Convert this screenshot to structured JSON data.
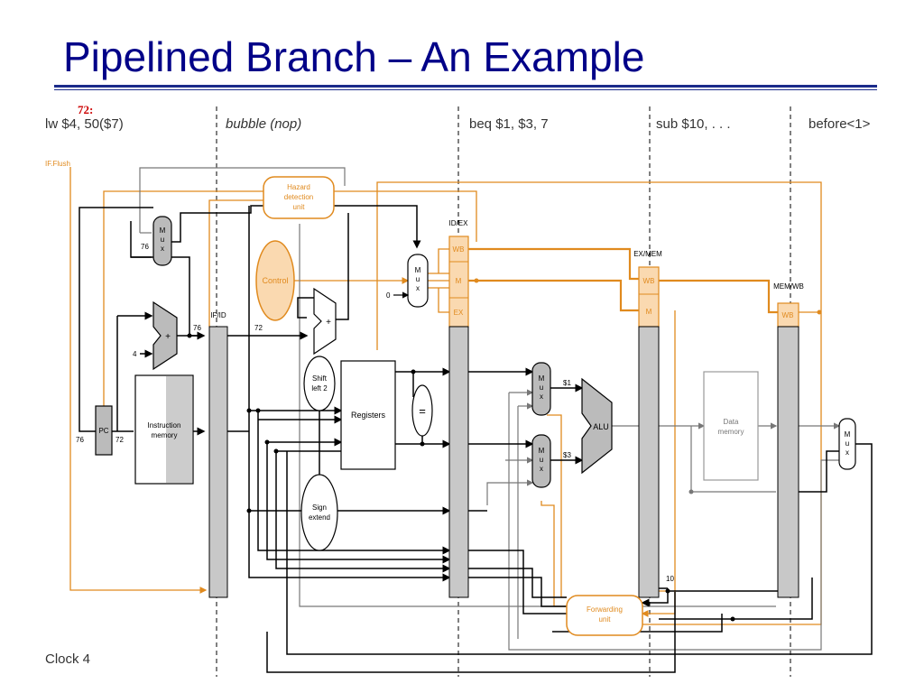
{
  "slide": {
    "title": "Pipelined Branch – An Example",
    "clock_label": "Clock 4",
    "note_72": "72:"
  },
  "stages": {
    "if": "lw $4, 50($7)",
    "id": "bubble (nop)",
    "ex": "beq  $1, $3, 7",
    "mem": "sub $10, . . .",
    "wb": "before<1>"
  },
  "components": {
    "if_flush": "IF.Flush",
    "hazard_detection": [
      "Hazard",
      "detection",
      "unit"
    ],
    "control": "Control",
    "mux_letters": [
      "M",
      "u",
      "x"
    ],
    "pc": "PC",
    "instruction_memory": [
      "Instruction",
      "memory"
    ],
    "registers": "Registers",
    "equals": "=",
    "shift_left": [
      "Shift",
      "left 2"
    ],
    "sign_extend": [
      "Sign",
      "extend"
    ],
    "alu": "ALU",
    "data_memory": [
      "Data",
      "memory"
    ],
    "forwarding_unit": [
      "Forwarding",
      "unit"
    ],
    "zero": "0",
    "four": "4",
    "plus": "+"
  },
  "pipeline_registers": {
    "if_id": "IF/ID",
    "id_ex": "ID/EX",
    "ex_mem": "EX/MEM",
    "mem_wb": "MEM/WB",
    "wb": "WB",
    "m": "M",
    "ex": "EX"
  },
  "values": {
    "pc_76_top": "76",
    "pc_76_left": "76",
    "pc_72": "72",
    "ifid_76": "76",
    "ifid_72": "72",
    "reg_1": "$1",
    "reg_3": "$3",
    "ten": "10"
  },
  "colors": {
    "title": "#000088",
    "orange": "#e08a1e",
    "control_fill": "#fad9b0",
    "pipe_gray": "#c8c8c8",
    "dark": "#000000",
    "gray_line": "#777777"
  }
}
